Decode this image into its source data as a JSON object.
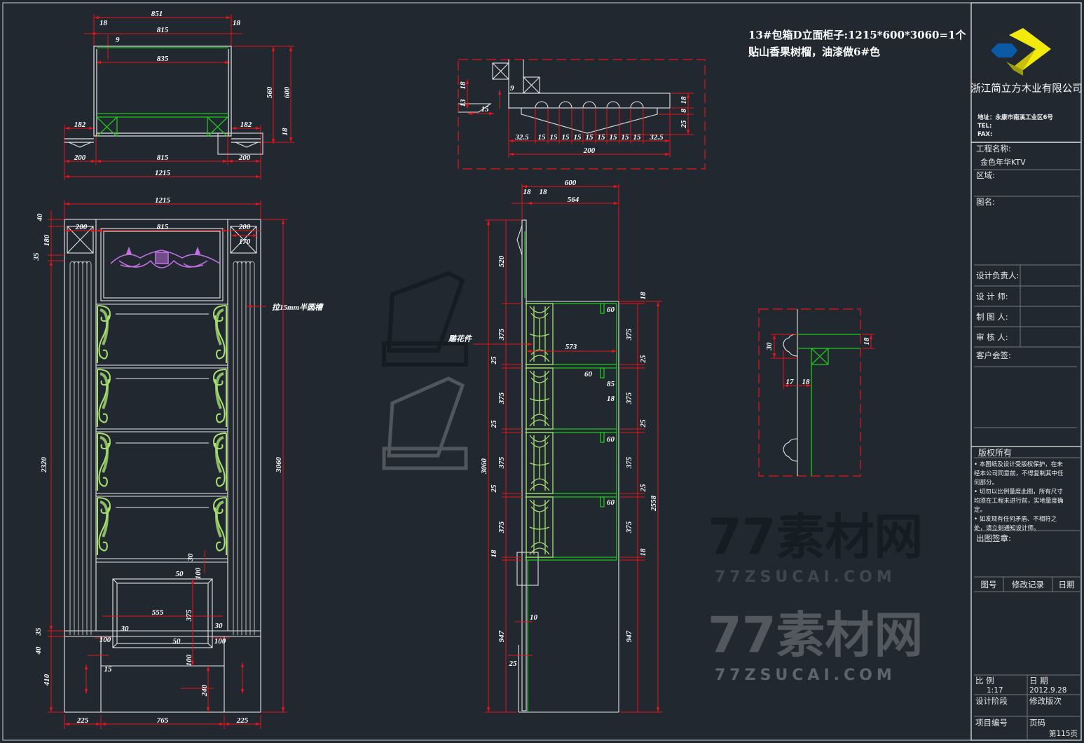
{
  "title_note": {
    "line1": "13#包箱D立面柜子:1215*600*3060=1个",
    "line2": "贴山香果树榴，油漆做6#色"
  },
  "watermark": {
    "brand": "77素材网",
    "url": "77ZSUCAI.COM"
  },
  "plan_view": {
    "dims": [
      "851",
      "18",
      "18",
      "815",
      "9",
      "835",
      "182",
      "182",
      "560",
      "600",
      "18",
      "200",
      "815",
      "200",
      "1215"
    ]
  },
  "detail_a": {
    "dims": [
      "18",
      "13",
      "15",
      "9",
      "32.5",
      "15",
      "15",
      "15",
      "15",
      "15",
      "15",
      "15",
      "15",
      "15",
      "32.5",
      "200",
      "18",
      "8",
      "25"
    ]
  },
  "front_elevation": {
    "dims": {
      "top_width": "1215",
      "left_w": "200",
      "mid_w": "815",
      "right_w": "200",
      "right_inner": "170",
      "top_40": "40",
      "h180": "180",
      "h35": "35",
      "overall_left": "2320",
      "overall_right": "3060",
      "bottom_35": "35",
      "bottom_40": "40",
      "bottom_410": "410",
      "b225a": "225",
      "b765": "765",
      "b225b": "225",
      "d30a": "30",
      "d100a": "100",
      "d50a": "50",
      "d555": "555",
      "d375": "375",
      "d30b": "30",
      "d30c": "30",
      "d100b": "100",
      "d100c": "100",
      "d50b": "50",
      "d100d": "100",
      "d15": "15",
      "d240": "240"
    },
    "label_groove": "拉15mm半圆槽"
  },
  "side_section": {
    "dims": {
      "w600": "600",
      "w18a": "18",
      "w18b": "18",
      "w564": "564",
      "h520": "520",
      "l375a": "375",
      "l25a": "25",
      "l375b": "375",
      "l25b": "25",
      "l375c": "375",
      "l25c": "25",
      "l375d": "375",
      "l18": "18",
      "h3060": "3060",
      "h947l": "947",
      "d10": "10",
      "d25": "25",
      "r18a": "18",
      "r375a": "375",
      "r25a": "25",
      "r375b": "375",
      "r25b": "25",
      "r375c": "375",
      "r25c": "25",
      "r375d": "375",
      "r18b": "18",
      "r2558": "2558",
      "r947": "947",
      "d573": "573",
      "d60a": "60",
      "d60b": "60",
      "d85": "85",
      "d18": "18",
      "d60c": "60",
      "d60d": "60"
    },
    "label_carving": "雕花件"
  },
  "detail_b": {
    "dims": [
      "30",
      "18",
      "17",
      "18"
    ]
  },
  "title_block": {
    "company": "浙江简立方木业有限公司",
    "address": "地址：永康市南溪工业区6号",
    "tel": "TEL:",
    "fax": "FAX:",
    "project_label": "工程名称:",
    "project_value": "金色年华KTV",
    "area_label": "区域:",
    "drawing_name_label": "图名:",
    "design_lead": "设计负责人:",
    "designer": "设 计 师:",
    "drafter": "制 图 人:",
    "reviewer": "审 核 人:",
    "client_sign": "客户会签:",
    "copyright_title": "版权所有",
    "copyright_lines": [
      "• 本图纸及设计受版权保护，在未",
      "经本公司同意前，不得复制其中任",
      "何部分。",
      "• 切勿以比例量度此图，所有尺寸",
      "均须在工程未进行前，实地量度确",
      "定。",
      "• 如发现有任何矛盾、不相符之",
      "处，请立刻通知设计师。"
    ],
    "stamp_label": "出图签章:",
    "rev_headers": [
      "图号",
      "修改记录",
      "日期"
    ],
    "scale_label": "比 例",
    "scale_value": "1:17",
    "date_label": "日 期",
    "date_value": "2012.9.28",
    "phase_label": "设计阶段",
    "revision_label": "修改版次",
    "project_no_label": "项目编号",
    "page_label": "页码",
    "page_value": "第115页"
  },
  "colors": {
    "background": "#212830",
    "dimension": "#e8141a",
    "outline": "#e6e6e6",
    "green": "#22c41e",
    "carving_green": "#a8e070",
    "carving_purple": "#c070e0",
    "logo_yellow": "#f2ea0a",
    "logo_blue": "#0b5aa5",
    "logo_olive": "#9a9a10"
  }
}
